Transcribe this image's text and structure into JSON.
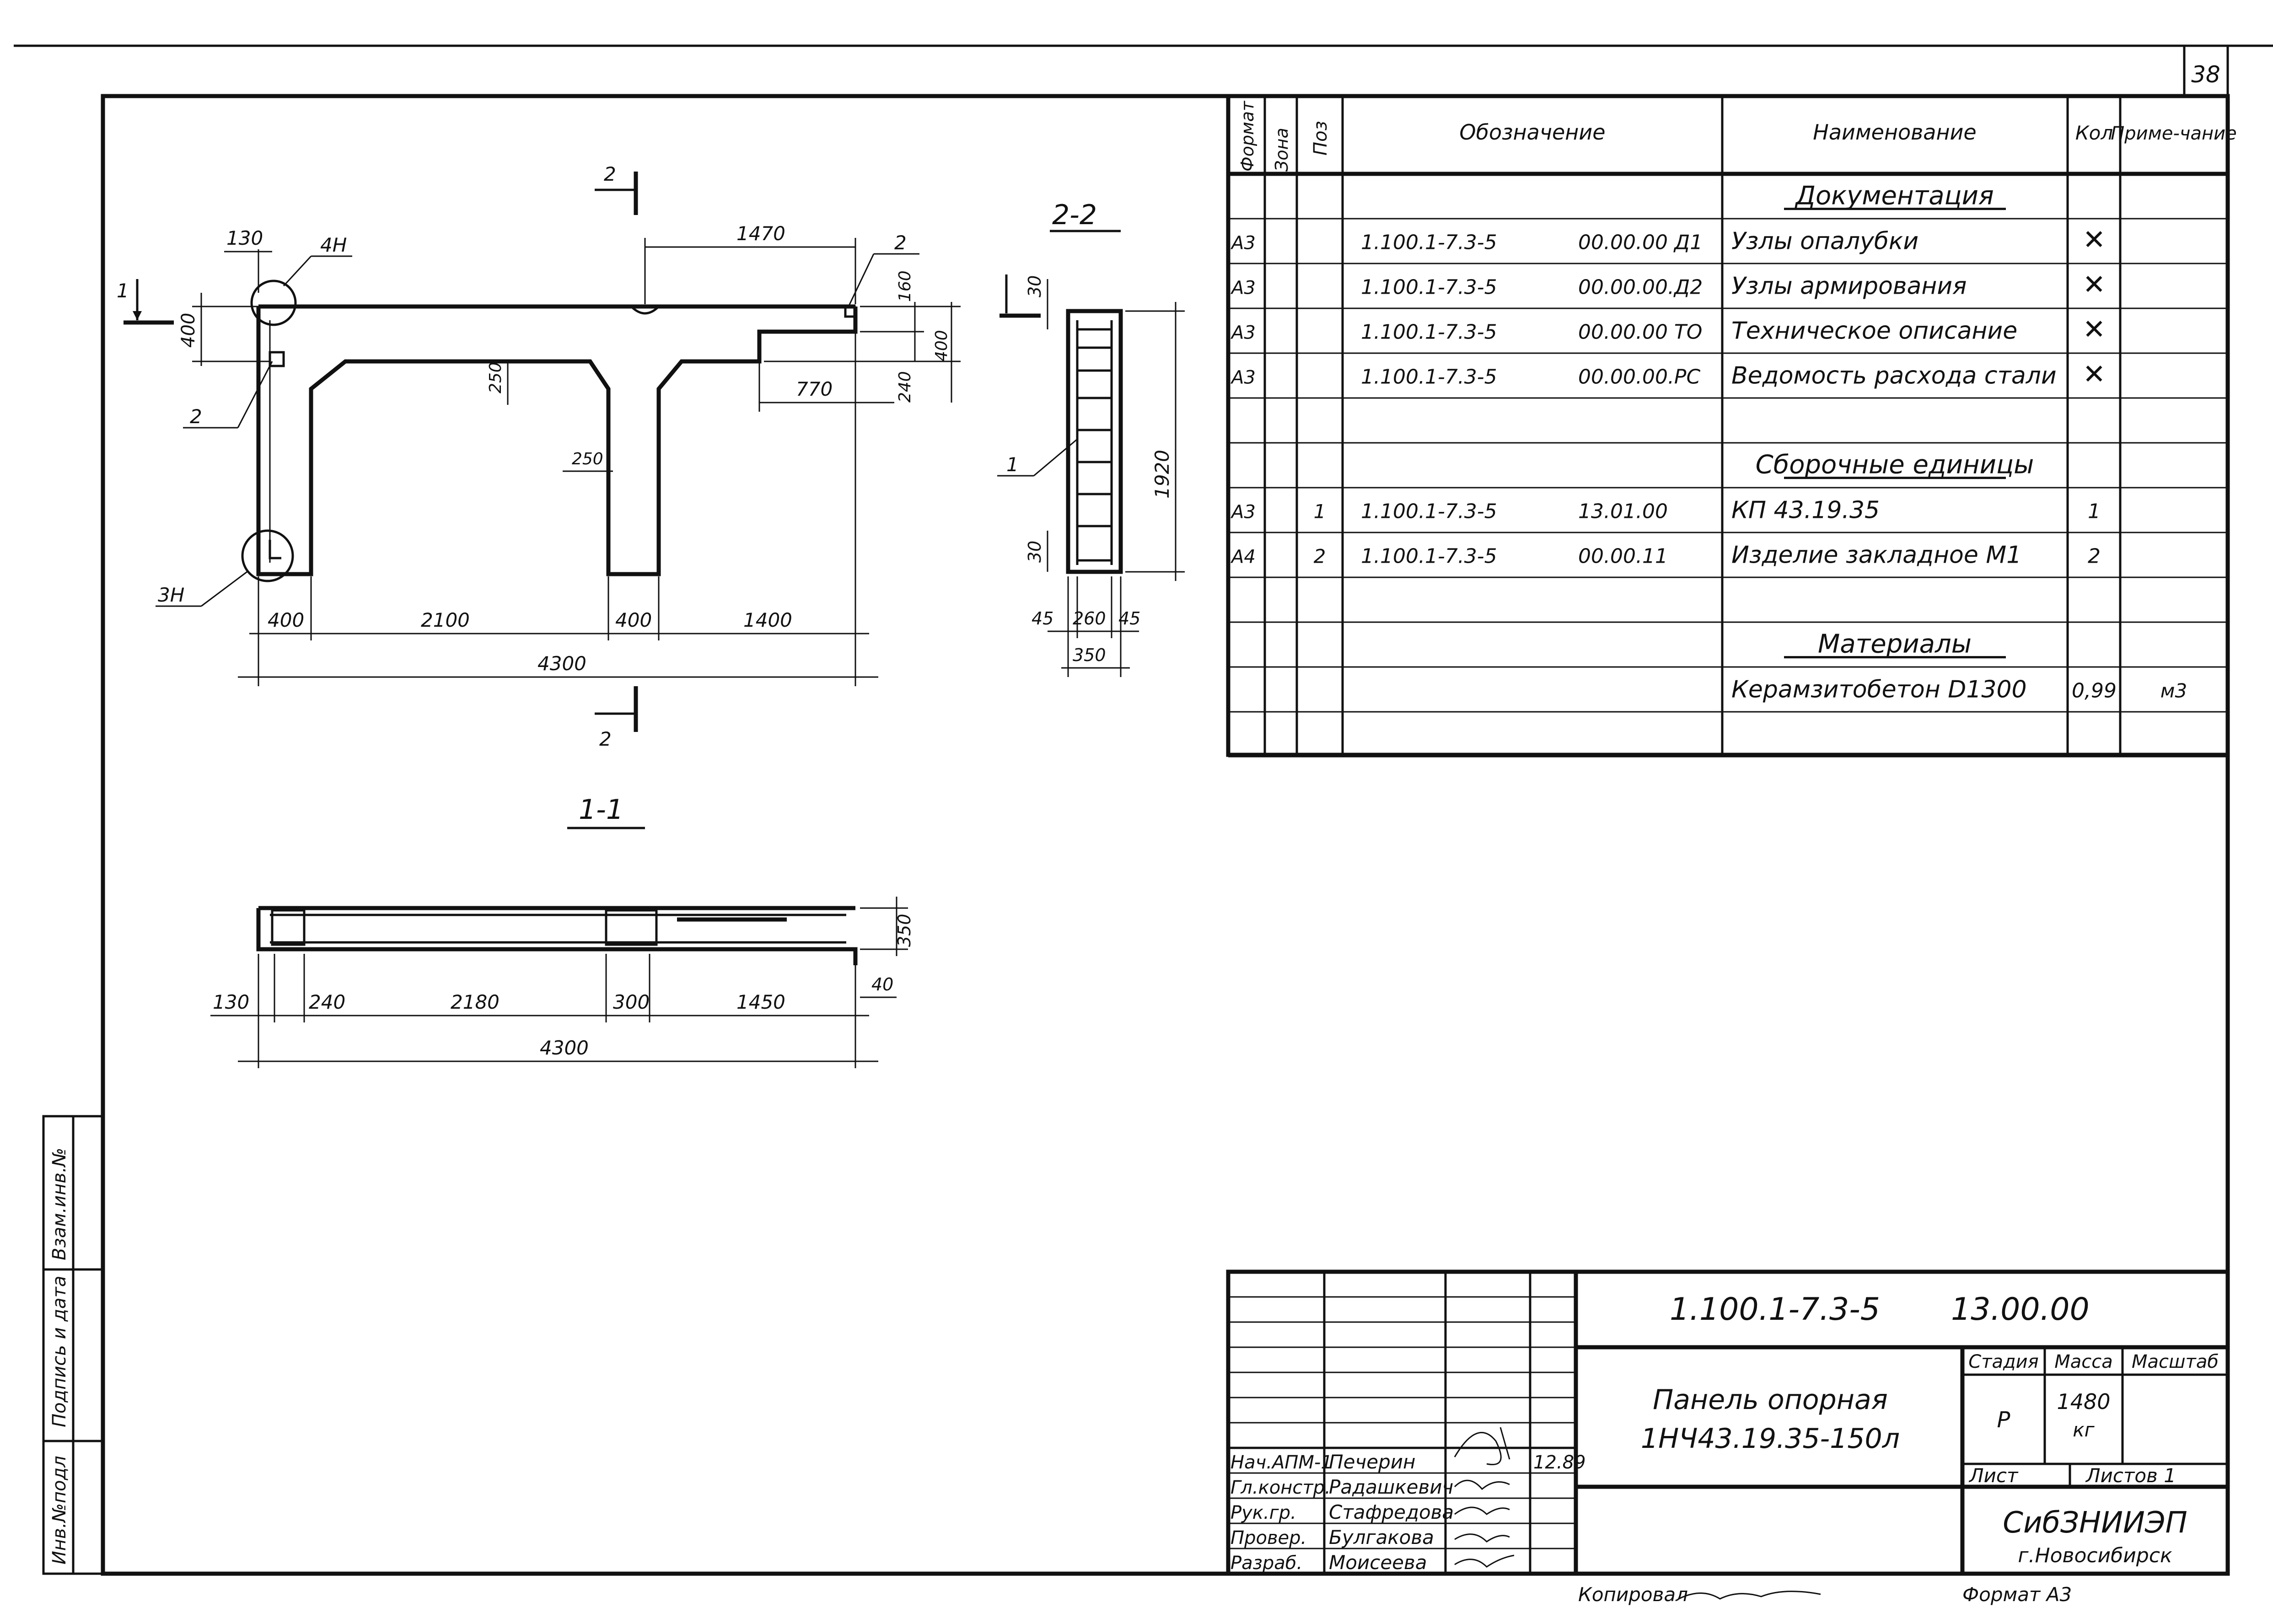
{
  "sheet_number": "38",
  "drawing": {
    "section_1_1_label": "1-1",
    "section_2_2_label": "2-2",
    "cut_marker_1": "1",
    "cut_marker_2": "2",
    "callouts": {
      "node_4h": "4Н",
      "node_3h": "3Н",
      "pos_2": "2",
      "pos_1": "1",
      "pos_2_top": "2"
    },
    "front_view_dims": {
      "d130": "130",
      "d1470": "1470",
      "d400_left": "400",
      "d160": "160",
      "d400_right": "400",
      "d240": "240",
      "d770": "770",
      "d250_a": "250",
      "d250_b": "250",
      "d400_a": "400",
      "d2100": "2100",
      "d400_b": "400",
      "d1400": "1400",
      "d4300": "4300"
    },
    "section_2_2_dims": {
      "d30_top": "30",
      "d1920": "1920",
      "d30_bot": "30",
      "d45_l": "45",
      "d260": "260",
      "d45_r": "45",
      "d350": "350"
    },
    "section_1_1_dims": {
      "d350": "350",
      "d40": "40",
      "d130": "130",
      "d240": "240",
      "d2180": "2180",
      "d300": "300",
      "d1450": "1450",
      "d4300": "4300"
    }
  },
  "spec_table": {
    "headers": {
      "format": "Формат",
      "zone": "Зона",
      "pos": "Поз",
      "designation": "Обозначение",
      "name": "Наименование",
      "qty": "Кол",
      "note": "Приме-чание"
    },
    "rows": [
      {
        "format": "",
        "zone": "",
        "pos": "",
        "doc": "",
        "code": "",
        "name": "Документация",
        "qty": "",
        "note": "",
        "section": true
      },
      {
        "format": "А3",
        "zone": "",
        "pos": "",
        "doc": "1.100.1-7.3-5",
        "code": "00.00.00 Д1",
        "name": "Узлы опалубки",
        "qty": "✕",
        "note": ""
      },
      {
        "format": "А3",
        "zone": "",
        "pos": "",
        "doc": "1.100.1-7.3-5",
        "code": "00.00.00.Д2",
        "name": "Узлы армирования",
        "qty": "✕",
        "note": ""
      },
      {
        "format": "А3",
        "zone": "",
        "pos": "",
        "doc": "1.100.1-7.3-5",
        "code": "00.00.00 ТО",
        "name": "Техническое описание",
        "qty": "✕",
        "note": ""
      },
      {
        "format": "А3",
        "zone": "",
        "pos": "",
        "doc": "1.100.1-7.3-5",
        "code": "00.00.00.РС",
        "name": "Ведомость расхода стали",
        "qty": "✕",
        "note": ""
      },
      {
        "format": "",
        "zone": "",
        "pos": "",
        "doc": "",
        "code": "",
        "name": "",
        "qty": "",
        "note": ""
      },
      {
        "format": "",
        "zone": "",
        "pos": "",
        "doc": "",
        "code": "",
        "name": "Сборочные единицы",
        "qty": "",
        "note": "",
        "section": true
      },
      {
        "format": "А3",
        "zone": "",
        "pos": "1",
        "doc": "1.100.1-7.3-5",
        "code": "13.01.00",
        "name": "КП 43.19.35",
        "qty": "1",
        "note": ""
      },
      {
        "format": "А4",
        "zone": "",
        "pos": "2",
        "doc": "1.100.1-7.3-5",
        "code": "00.00.11",
        "name": "Изделие закладное М1",
        "qty": "2",
        "note": ""
      },
      {
        "format": "",
        "zone": "",
        "pos": "",
        "doc": "",
        "code": "",
        "name": "",
        "qty": "",
        "note": ""
      },
      {
        "format": "",
        "zone": "",
        "pos": "",
        "doc": "",
        "code": "",
        "name": "Материалы",
        "qty": "",
        "note": "",
        "section": true
      },
      {
        "format": "",
        "zone": "",
        "pos": "",
        "doc": "",
        "code": "",
        "name": "Керамзитобетон D1300",
        "qty": "0,99",
        "note": "м3"
      },
      {
        "format": "",
        "zone": "",
        "pos": "",
        "doc": "",
        "code": "",
        "name": "",
        "qty": "",
        "note": ""
      }
    ]
  },
  "title_block": {
    "doc_code": "1.100.1-7.3-5",
    "sheet_code": "13.00.00",
    "title_line1": "Панель опорная",
    "title_line2": "1НЧ43.19.35-150л",
    "stage_label": "Стадия",
    "mass_label": "Масса",
    "scale_label": "Масштаб",
    "stage": "Р",
    "mass": "1480",
    "mass_unit": "кг",
    "sheet_label": "Лист",
    "sheets_label": "Листов 1",
    "org_name": "СибЗНИИЭП",
    "org_city": "г.Новосибирск",
    "date": "12.89",
    "signers": [
      {
        "role": "Нач.АПМ-1",
        "name": "Печерин"
      },
      {
        "role": "Гл.констр.",
        "name": "Радашкевич"
      },
      {
        "role": "Рук.гр.",
        "name": "Стафредова"
      },
      {
        "role": "Провер.",
        "name": "Булгакова"
      },
      {
        "role": "Разраб.",
        "name": "Моисеева"
      }
    ],
    "copied_label": "Копировал",
    "format_label": "Формат А3"
  },
  "side_stamp": {
    "inv_no_orig": "Инв.№подл",
    "sign_date": "Подпись и дата",
    "inv_no_repl": "Взам.инв.№"
  }
}
